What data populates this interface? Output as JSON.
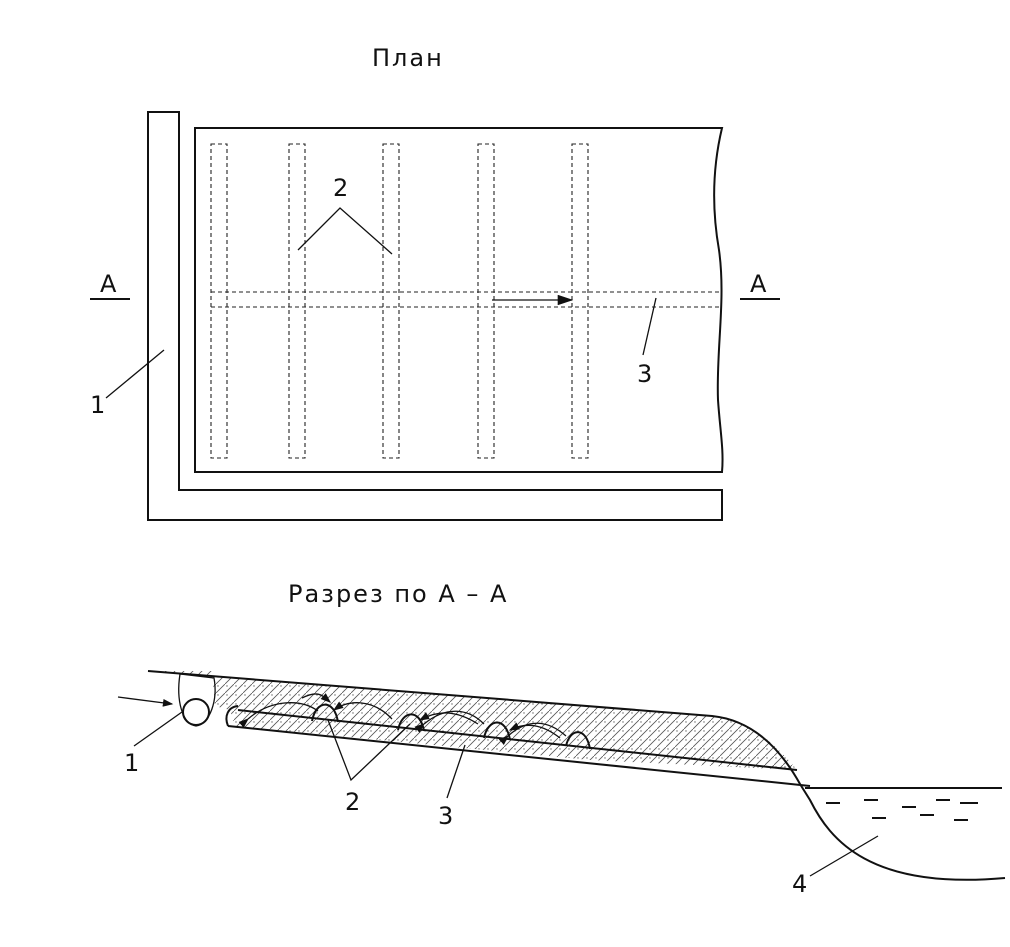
{
  "plan": {
    "title": "План",
    "section_mark_left": "А",
    "section_mark_right": "А",
    "labels": {
      "ditch": "1",
      "drains": "2",
      "collector": "3"
    }
  },
  "section": {
    "title": "Разрез по А – А",
    "labels": {
      "ditch": "1",
      "drains": "2",
      "collector": "3",
      "water_body": "4"
    }
  }
}
